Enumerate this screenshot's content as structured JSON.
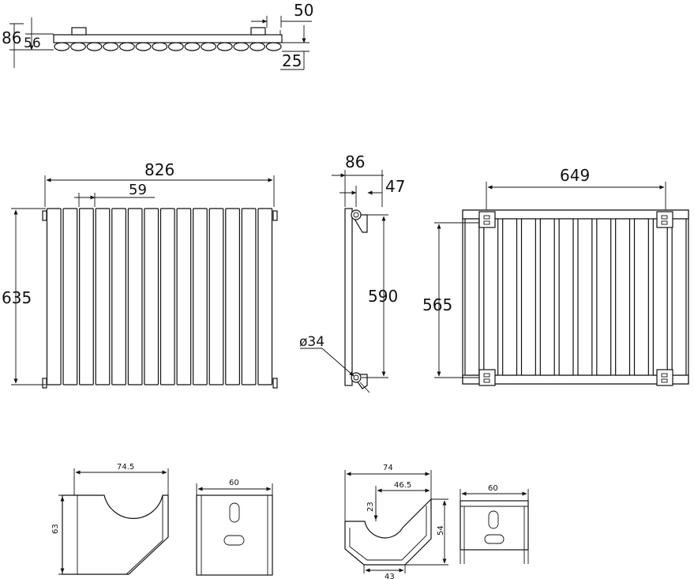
{
  "top_view": {
    "total_depth": "86",
    "depth_56": "56",
    "width_50": "50",
    "depth_25": "25"
  },
  "front_view": {
    "width": "826",
    "pitch": "59",
    "height": "635",
    "column_count": 14
  },
  "side_view": {
    "depth": "86",
    "offset": "47",
    "centers": "590",
    "diameter": "ø34"
  },
  "rear_view": {
    "bracket_spacing": "649",
    "bracket_height": "565",
    "column_count": 12
  },
  "brackets": {
    "a_width": "74.5",
    "a_height": "63",
    "b_width": "60",
    "c_width": "74",
    "c_inner": "46.5",
    "c_depth": "23",
    "c_height": "54",
    "c_base": "43",
    "d_width": "60"
  },
  "colors": {
    "line": "#111111",
    "background": "#ffffff"
  }
}
